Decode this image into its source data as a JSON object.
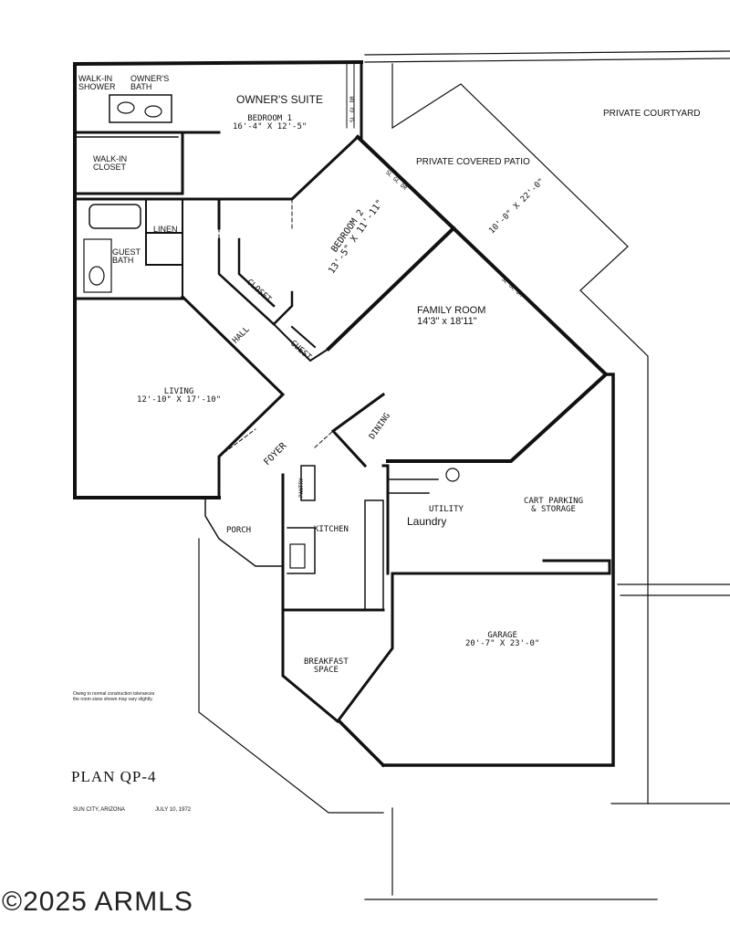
{
  "plan": {
    "rooms": {
      "walk_in_shower": [
        "WALK-IN",
        "SHOWER"
      ],
      "owners_bath": [
        "OWNER'S",
        "BATH"
      ],
      "owners_suite": "OWNER'S SUITE",
      "bedroom1_name": "BEDROOM 1",
      "bedroom1_dims": "16'-4\" X 12'-5\"",
      "walk_in_closet": [
        "WALK-IN",
        "CLOSET"
      ],
      "linen": "LINEN",
      "guest_bath": [
        "GUEST",
        "BATH"
      ],
      "closet": "CLOSET",
      "hall": "HALL",
      "guest": "GUEST",
      "bedroom2_name": "BEDROOM 2",
      "bedroom2_dims": "13'-5\" X 11'-11\"",
      "private_courtyard": "PRIVATE COURTYARD",
      "private_covered_patio": "PRIVATE COVERED PATIO",
      "patio_dims": "10'-0\" X 22'-0\"",
      "sl_gl_dr": "SL GL DR",
      "family_room_name": "FAMILY ROOM",
      "family_room_dims": "14'3\" x 18'11\"",
      "living_name": "LIVING",
      "living_dims": "12'-10\" X 17'-10\"",
      "foyer": "FOYER",
      "dining": "DINING",
      "pantry": "PANTRY",
      "kitchen": "KITCHEN",
      "porch": "PORCH",
      "utility": "UTILITY",
      "laundry": "Laundry",
      "cart_parking": [
        "CART PARKING",
        "& STORAGE"
      ],
      "garage_name": "GARAGE",
      "garage_dims": "20'-7\" X 23'-0\"",
      "breakfast": [
        "BREAKFAST",
        "SPACE"
      ]
    },
    "note": [
      "Owing to normal construction tolerances",
      "the room sizes shown may vary slightly."
    ],
    "title": "PLAN  QP-4",
    "location": "SUN CITY, ARIZONA",
    "date": "JULY 10, 1972"
  },
  "watermark": "©2025 ARMLS"
}
